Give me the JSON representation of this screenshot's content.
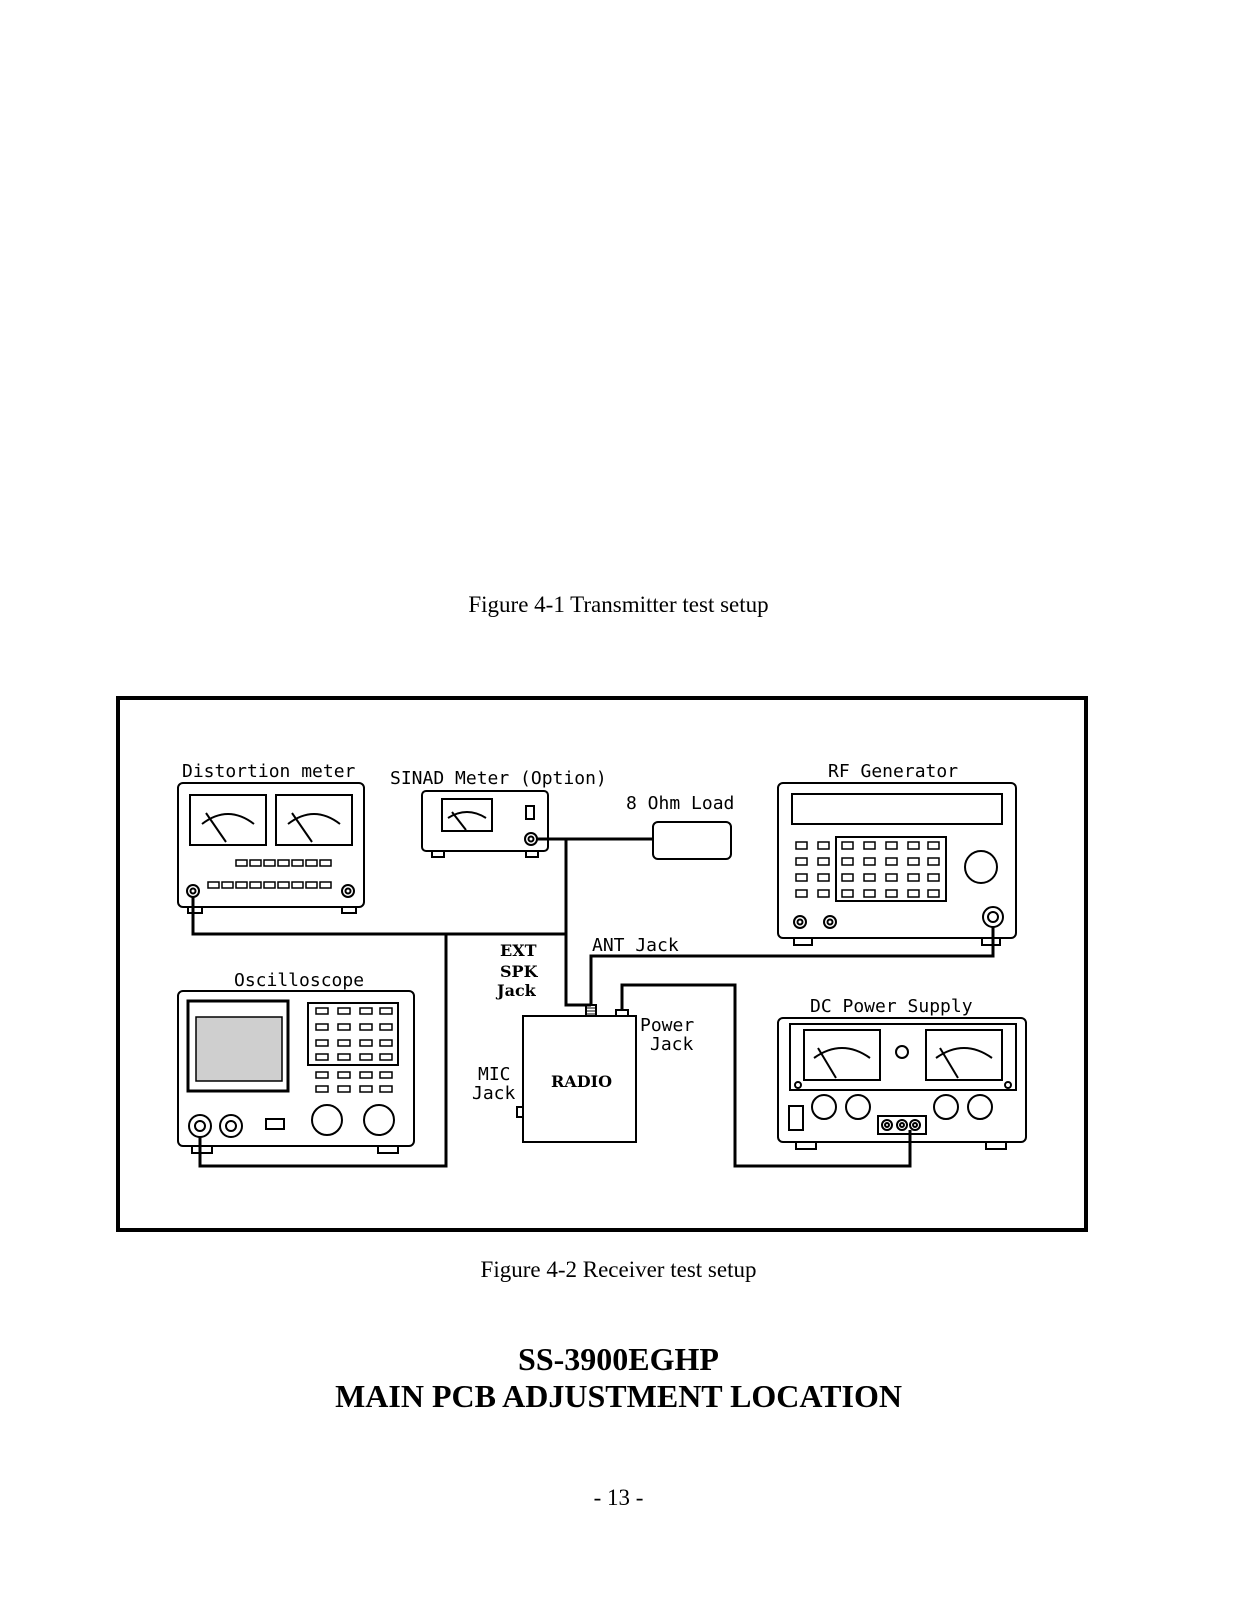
{
  "captions": {
    "figure_4_1": "Figure 4-1 Transmitter test setup",
    "figure_4_2": "Figure 4-2 Receiver test setup"
  },
  "diagram": {
    "distortion_meter": "Distortion meter",
    "sinad_meter": "SINAD Meter (Option)",
    "load": "8 Ohm Load",
    "rf_generator": "RF Generator",
    "oscilloscope": "Oscilloscope",
    "ext_spk_jack": [
      "EXT",
      "SPK",
      "Jack"
    ],
    "ant_jack": "ANT Jack",
    "power_jack": [
      "Power",
      "Jack"
    ],
    "mic_jack": [
      "MIC",
      "Jack"
    ],
    "radio": "RADIO",
    "dc_power_supply": "DC Power Supply"
  },
  "heading": {
    "model": "SS-3900EGHP",
    "subtitle": "MAIN PCB ADJUSTMENT LOCATION"
  },
  "page_number": "- 13 -"
}
